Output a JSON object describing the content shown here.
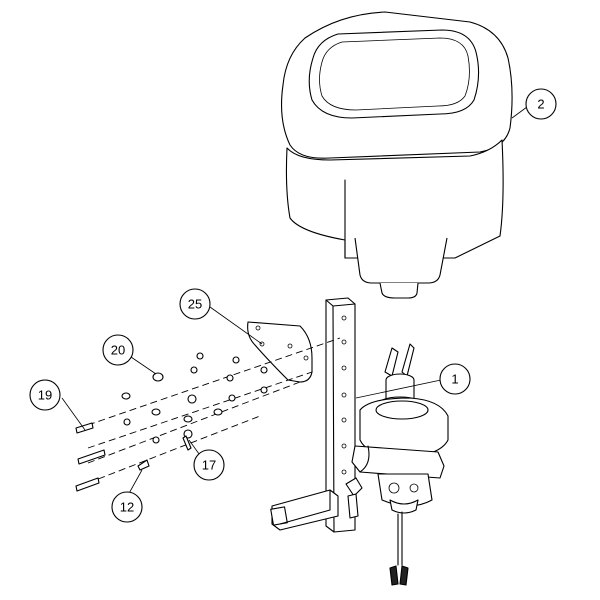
{
  "callouts": [
    {
      "id": "c2",
      "label": "2"
    },
    {
      "id": "c25",
      "label": "25"
    },
    {
      "id": "c20",
      "label": "20"
    },
    {
      "id": "c1",
      "label": "1"
    },
    {
      "id": "c19",
      "label": "19"
    },
    {
      "id": "c17",
      "label": "17"
    },
    {
      "id": "c12",
      "label": "12"
    }
  ]
}
